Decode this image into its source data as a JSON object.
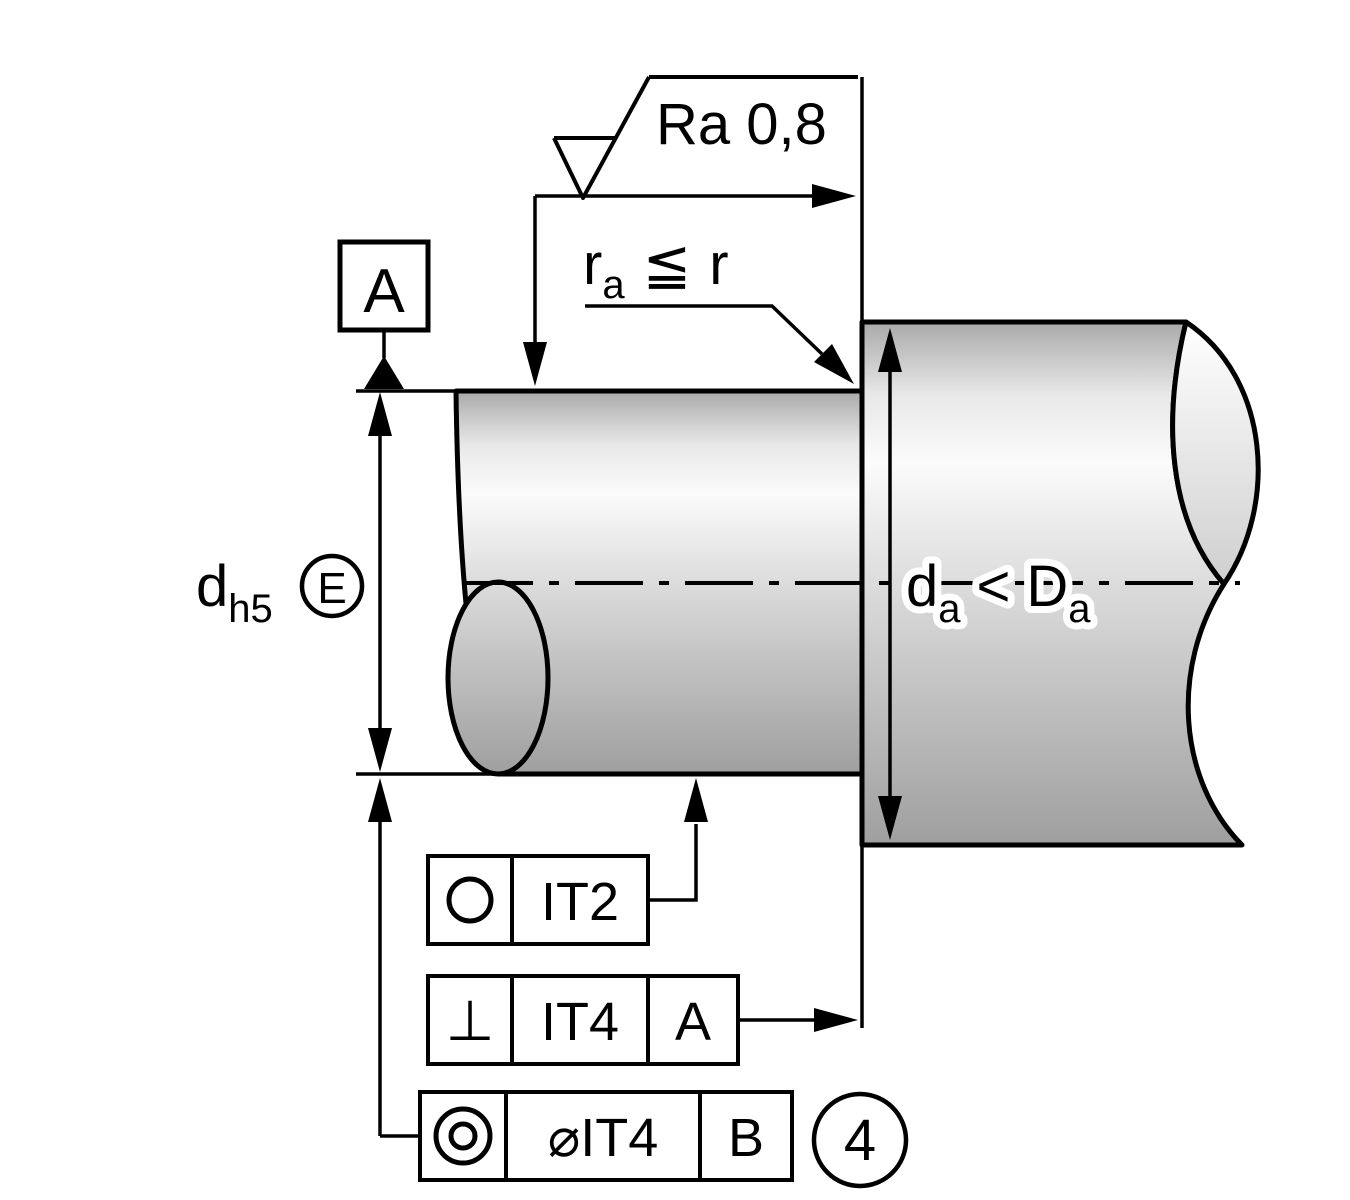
{
  "colors": {
    "line": "#000000",
    "background": "#ffffff"
  },
  "surface_finish": {
    "label": "Ra 0,8",
    "icon": "machined-surface-icon"
  },
  "datum": {
    "label": "A",
    "icon": "datum-triangle-icon"
  },
  "fillet_note": {
    "base": "r",
    "sub": "a",
    "comparator": "≦",
    "reference": "r"
  },
  "seat_diameter": {
    "base": "d",
    "sub": "h5",
    "envelope": "E",
    "envelope_icon": "envelope-circle-icon"
  },
  "shoulder_diameter": {
    "left_base": "d",
    "left_sub": "a",
    "comparator": "<",
    "right_base": "D",
    "right_sub": "a"
  },
  "tolerance_frames": {
    "roundness": {
      "symbol_icon": "circle-icon",
      "tolerance": "IT2"
    },
    "perpendicularity": {
      "symbol": "⊥",
      "tolerance": "IT4",
      "datum": "A"
    },
    "coaxiality": {
      "symbol_icon": "concentric-circles-icon",
      "tolerance": "⌀IT4",
      "datum": "B"
    }
  },
  "callout": {
    "number": "4"
  }
}
